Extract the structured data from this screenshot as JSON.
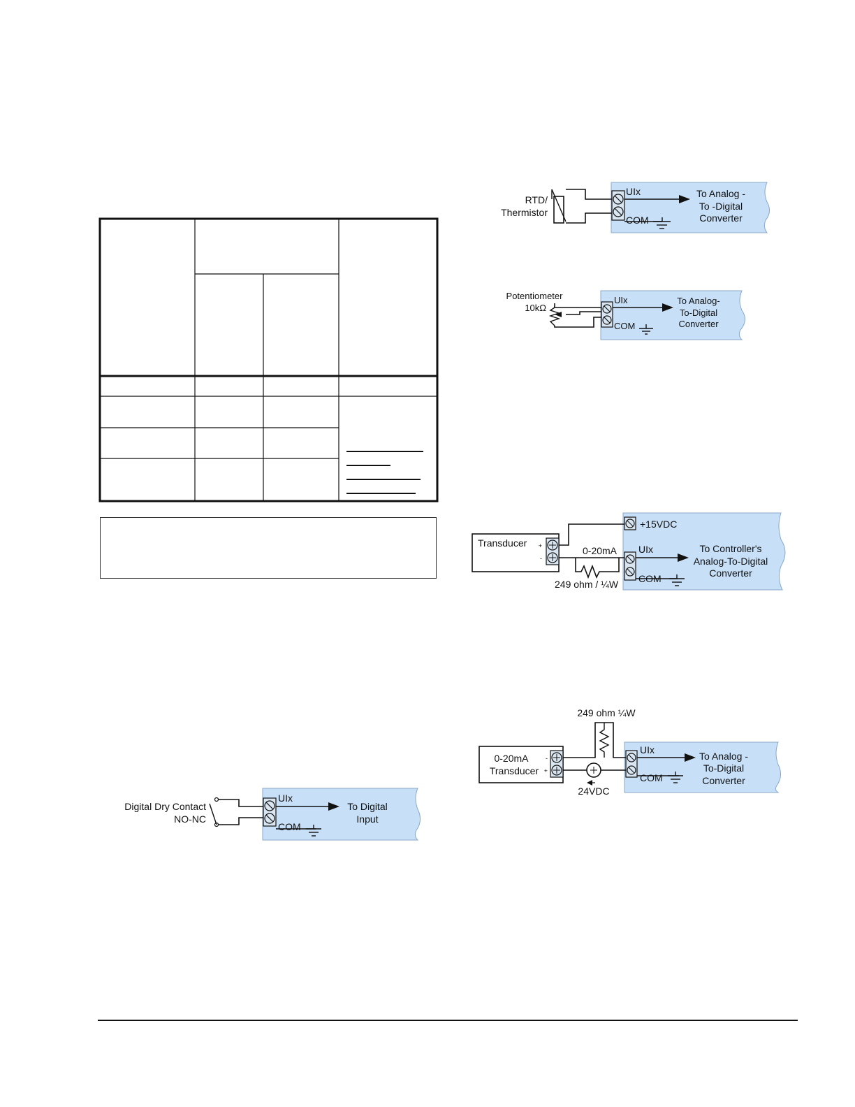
{
  "diagrams": {
    "rtd": {
      "sensor_label_line1": "RTD/",
      "sensor_label_line2": "Thermistor",
      "input_label": "UIx",
      "com_label": "COM",
      "dest_line1": "To Analog -",
      "dest_line2": "To -Digital",
      "dest_line3": "Converter"
    },
    "potentiometer": {
      "sensor_label_line1": "Potentiometer",
      "sensor_label_line2": "10kΩ",
      "input_label": "UIx",
      "com_label": "COM",
      "dest_line1": "To Analog-",
      "dest_line2": "To-Digital",
      "dest_line3": "Converter"
    },
    "transducer_powered": {
      "device_label": "Transducer",
      "plus": "+",
      "minus": "-",
      "supply_label": "+15VDC",
      "current_label": "0-20mA",
      "resistor_label": "249 ohm / ¼W",
      "input_label": "UIx",
      "com_label": "COM",
      "dest_line1": "To Controller's",
      "dest_line2": "Analog-To-Digital",
      "dest_line3": "Converter"
    },
    "transducer_external": {
      "device_line1": "0-20mA",
      "device_line2": "Transducer",
      "minus": "-",
      "plus": "+",
      "resistor_label": "249 ohm ¼W",
      "supply_label": "24VDC",
      "input_label": "UIx",
      "com_label": "COM",
      "dest_line1": "To Analog -",
      "dest_line2": "To-Digital",
      "dest_line3": "Converter"
    },
    "dry_contact": {
      "sensor_label_line1": "Digital Dry Contact",
      "sensor_label_line2": "NO-NC",
      "input_label": "UIx",
      "com_label": "COM",
      "dest_line1": "To Digital",
      "dest_line2": "Input"
    }
  }
}
